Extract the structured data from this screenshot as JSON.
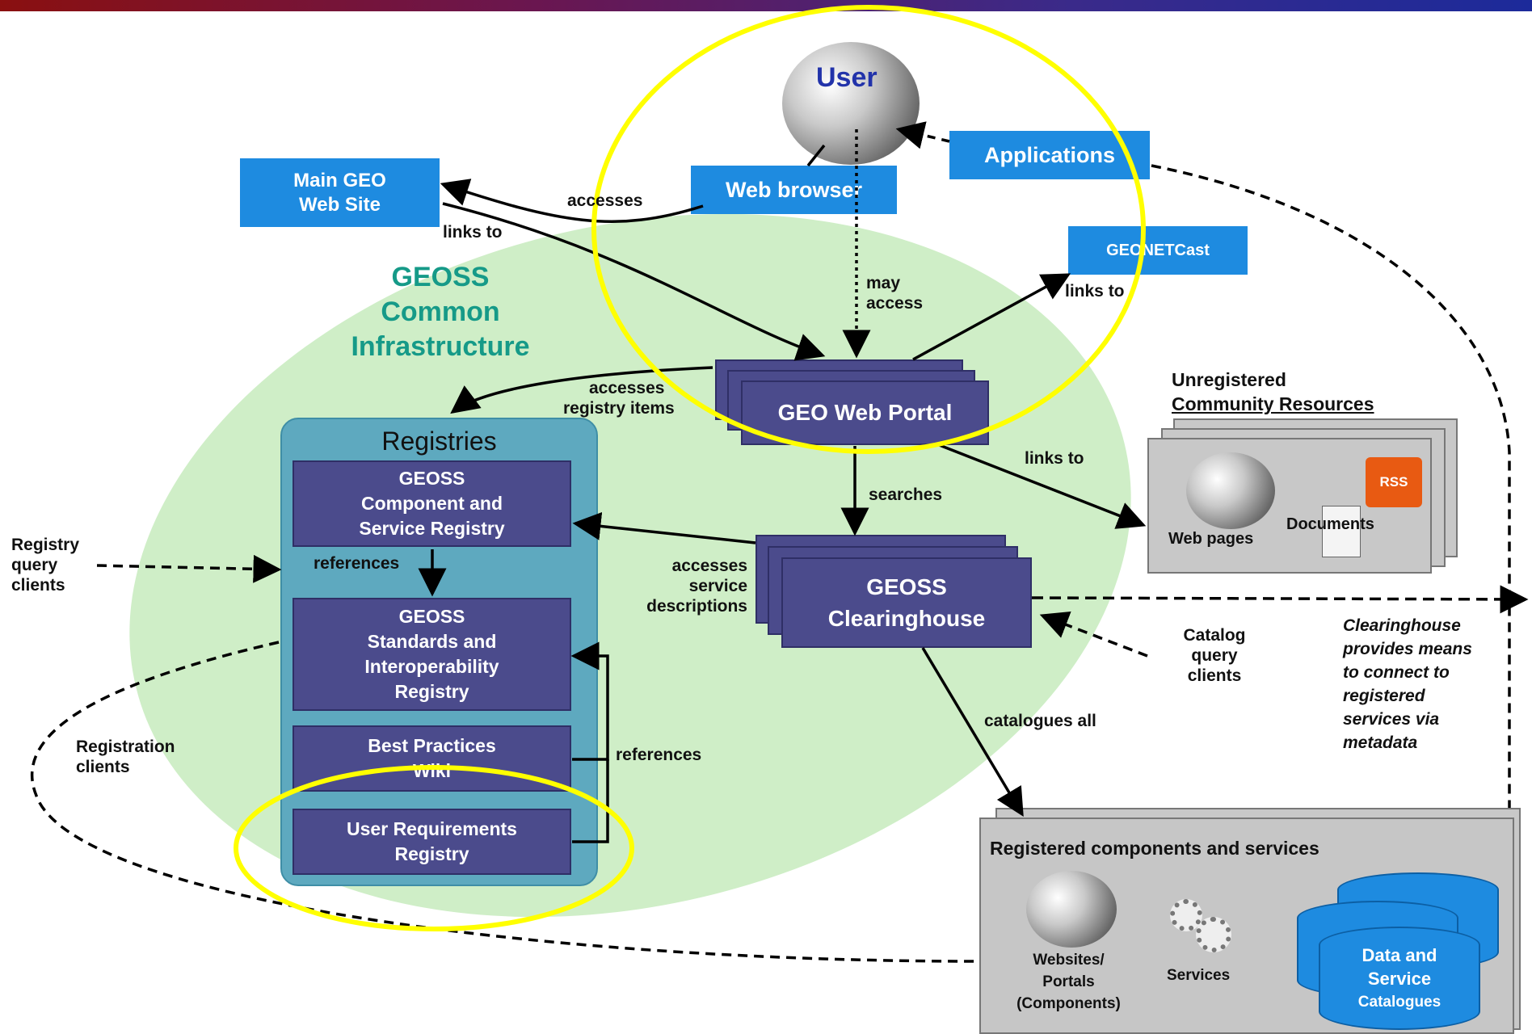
{
  "labels": {
    "user": "User",
    "applications": "Applications",
    "web_browser": "Web browser",
    "main_geo_web_site": [
      "Main GEO",
      "Web Site"
    ],
    "geonetcast": "GEONETCast",
    "geoss_common_infrastructure": [
      "GEOSS",
      "Common",
      "Infrastructure"
    ],
    "geo_web_portal": "GEO Web Portal",
    "registries": "Registries",
    "component_service_registry": [
      "GEOSS",
      "Component and",
      "Service Registry"
    ],
    "standards_registry": [
      "GEOSS",
      "Standards and",
      "Interoperability",
      "Registry"
    ],
    "best_practices_wiki": [
      "Best Practices",
      "Wiki"
    ],
    "user_requirements_registry": [
      "User Requirements",
      "Registry"
    ],
    "geoss_clearinghouse": [
      "GEOSS",
      "Clearinghouse"
    ],
    "unregistered_community_resources": [
      "Unregistered",
      "Community Resources"
    ],
    "web_pages": "Web pages",
    "documents": "Documents",
    "rss": "RSS",
    "registered_components_and_services": "Registered components and services",
    "websites_portals": [
      "Websites/",
      "Portals",
      "(Components)"
    ],
    "services": "Services",
    "data_service_catalogues": [
      "Data and",
      "Service",
      "Catalogues"
    ]
  },
  "edges": {
    "accesses": "accesses",
    "links_to_main": "links to",
    "may_access": [
      "may",
      "access"
    ],
    "links_to_geonetcast": "links to",
    "accesses_registry_items": [
      "accesses",
      "registry items"
    ],
    "links_to_unregistered": "links to",
    "searches": "searches",
    "references_1": "references",
    "accesses_service_descriptions": [
      "accesses",
      "service",
      "descriptions"
    ],
    "references_2": "references",
    "catalogues_all": "catalogues all",
    "registry_query_clients": [
      "Registry",
      "query",
      "clients"
    ],
    "registration_clients": [
      "Registration",
      "clients"
    ],
    "catalog_query_clients": [
      "Catalog",
      "query",
      "clients"
    ],
    "clearinghouse_note": [
      "Clearinghouse",
      "provides means",
      "to connect to",
      "registered",
      "services via",
      "metadata"
    ]
  },
  "colors": {
    "highlight": "#ffff00",
    "green_region": "#cfeec7",
    "navy_box": "#4b4b8c",
    "blue_box": "#1e8be0",
    "teal_text": "#169a88"
  }
}
